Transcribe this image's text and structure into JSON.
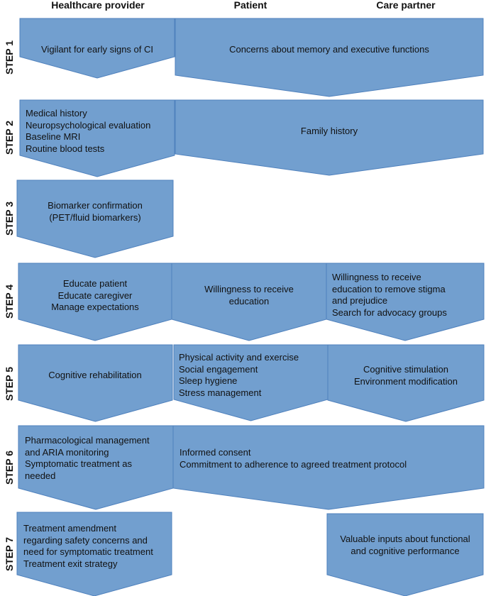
{
  "colors": {
    "fill": "#729fcf",
    "stroke": "#4f81bd"
  },
  "headers": {
    "provider": "Healthcare provider",
    "patient": "Patient",
    "partner": "Care partner"
  },
  "steps": [
    "STEP 1",
    "STEP 2",
    "STEP 3",
    "STEP 4",
    "STEP 5",
    "STEP 6",
    "STEP 7"
  ],
  "boxes": {
    "s1_provider": [
      "Vigilant for early signs of CI"
    ],
    "s1_shared": [
      "Concerns about memory and executive functions"
    ],
    "s2_provider": [
      "Medical history",
      "Neuropsychological evaluation",
      "Baseline MRI",
      "Routine blood tests"
    ],
    "s2_shared": [
      "Family history"
    ],
    "s3_provider": [
      "Biomarker confirmation",
      "(PET/fluid biomarkers)"
    ],
    "s4_provider": [
      "Educate patient",
      "Educate caregiver",
      "Manage expectations"
    ],
    "s4_patient": [
      "Willingness to receive",
      "education"
    ],
    "s4_partner": [
      "Willingness to receive",
      "education to remove stigma",
      "and prejudice",
      "Search for advocacy groups"
    ],
    "s5_provider": [
      "Cognitive rehabilitation"
    ],
    "s5_patient": [
      "Physical activity and exercise",
      "Social engagement",
      "Sleep hygiene",
      "Stress management"
    ],
    "s5_partner": [
      "Cognitive stimulation",
      "Environment modification"
    ],
    "s6_provider": [
      "Pharmacological management",
      "and ARIA monitoring",
      "Symptomatic treatment as",
      "needed"
    ],
    "s6_shared": [
      "Informed consent",
      "Commitment to adherence to agreed treatment protocol"
    ],
    "s7_provider": [
      "Treatment amendment",
      "regarding safety concerns and",
      "need for symptomatic treatment",
      "Treatment exit strategy"
    ],
    "s7_partner": [
      "Valuable inputs about functional",
      "and cognitive performance"
    ]
  }
}
